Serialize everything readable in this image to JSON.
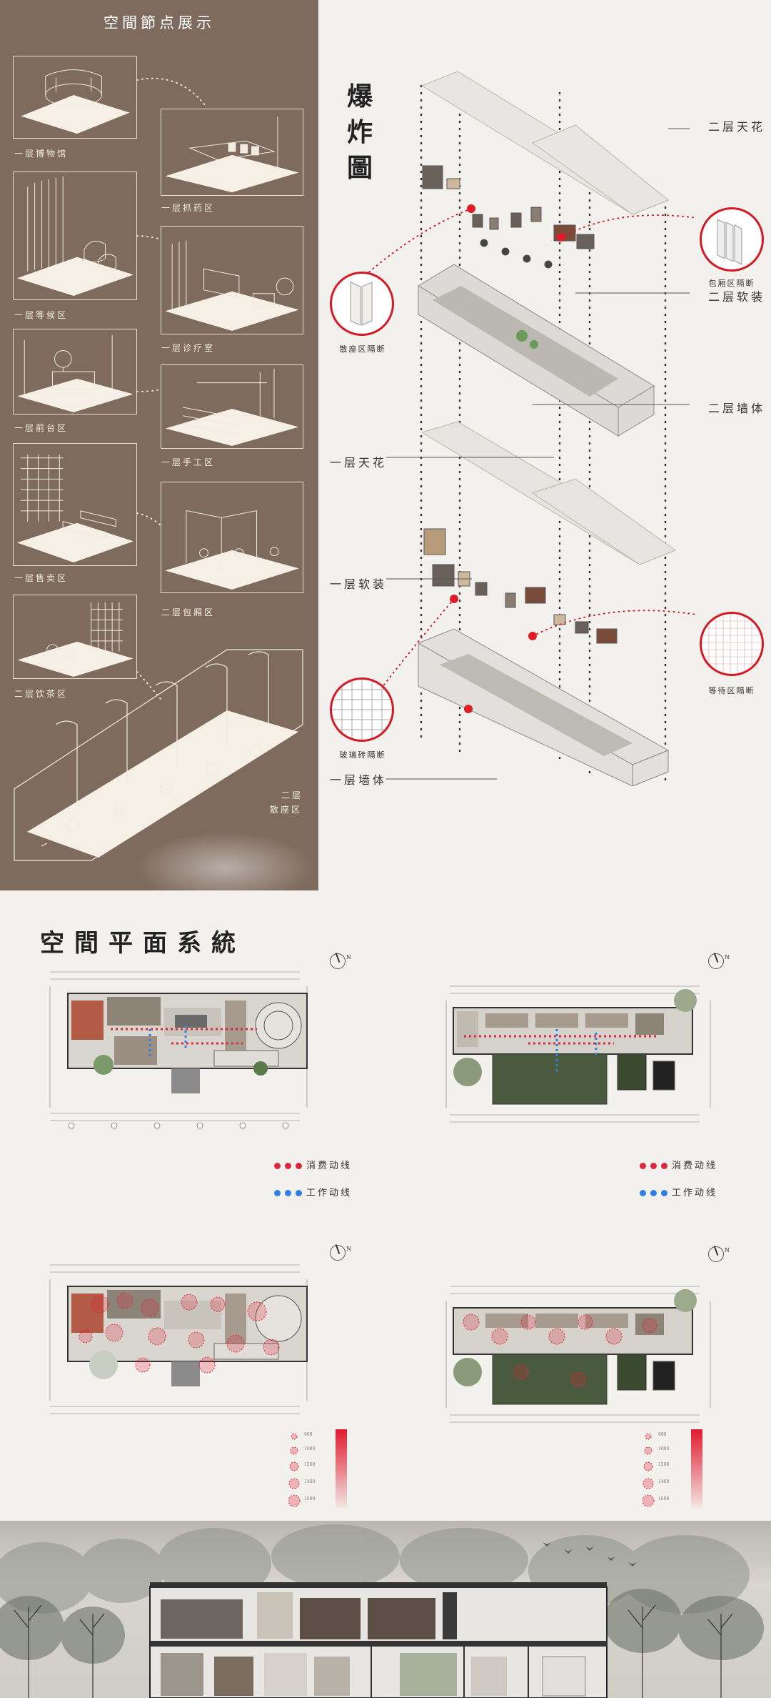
{
  "nodes_panel": {
    "title": "空間節点展示",
    "vignettes": [
      {
        "label": "一层博物馆"
      },
      {
        "label": "一层抓药区"
      },
      {
        "label": "一层等候区"
      },
      {
        "label": "一层诊疗室"
      },
      {
        "label": "一层前台区"
      },
      {
        "label": "一层手工区"
      },
      {
        "label": "一层售卖区"
      },
      {
        "label": "二层包厢区"
      },
      {
        "label": "二层饮茶区"
      },
      {
        "label": "二层"
      },
      {
        "label": "散座区"
      }
    ]
  },
  "explode": {
    "title": "爆炸圖",
    "layers": [
      {
        "label": "二层天花"
      },
      {
        "label": "二层软装"
      },
      {
        "label": "二层墙体"
      },
      {
        "label": "一层天花"
      },
      {
        "label": "一层软装"
      },
      {
        "label": "一层墙体"
      }
    ],
    "details": [
      {
        "label": "包厢区隔断"
      },
      {
        "label": "散座区隔断"
      },
      {
        "label": "等待区隔断"
      },
      {
        "label": "玻璃砖隔断"
      }
    ]
  },
  "plans": {
    "title": "空間平面系統",
    "legend": {
      "consume": "消费动线",
      "work": "工作动线"
    },
    "heat_legend": [
      "900",
      "1000",
      "1200",
      "1400",
      "1600"
    ],
    "colors": {
      "consume": "#e0283a",
      "work": "#2f7fe0",
      "accent": "#d41b25"
    }
  }
}
